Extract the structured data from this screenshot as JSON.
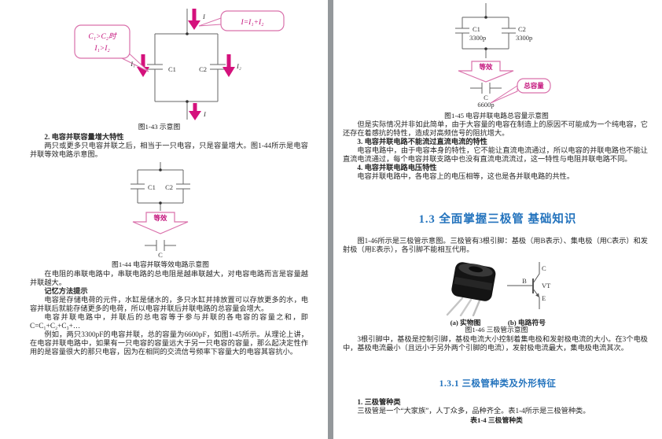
{
  "colors": {
    "accent_magenta": "#d4117c",
    "callout_border": "#d970ab",
    "heading_blue": "#2373bd",
    "circuit_line": "#666666",
    "gutter_gray": "#94989b"
  },
  "left": {
    "fig43": {
      "callout_condition_line1": "C₁>C₂时",
      "callout_condition_line2": "I₁>I₂",
      "callout_sum": "I=I₁+I₂",
      "label_current_top": "I",
      "label_current_bottom": "I",
      "label_i1": "I₁",
      "label_i2": "I₂",
      "label_c1": "C1",
      "label_c2": "C2",
      "caption": "图1-43 示意图"
    },
    "sec2_heading": "2. 电容并联容量增大特性",
    "sec2_para": "两只或更多只电容并联之后，相当于一只电容，只是容量增大。图1-44所示是电容并联等效电路示意图。",
    "fig44": {
      "label_c1": "C1",
      "label_c2": "C2",
      "arrow_label": "等效",
      "label_c": "C",
      "caption": "图1-44 电容并联等效电路示意图"
    },
    "para_series": "在电阻的串联电路中，串联电路的总电阻是越串联越大，对电容电路而言是容量越并联越大。",
    "memory_tip_heading": "记忆方法提示",
    "para_tip": "电容是存储电荷的元件，水缸是储水的，多只水缸并排放置可以存放更多的水，电容并联后就能存储更多的电荷，所以电容并联后并联电路的总容量会增大。",
    "para_formula": "电容并联电路中，并联后的总电容等于参与并联的各电容的容量之和，即C=C₁+C₂+C₃+…",
    "para_example": "例如，两只3300pF的电容并联，总的容量为6600pF，如图1-45所示。从理论上讲，在电容并联电路中，如果有一只电容的容量远大于另一只电容的容量，那么起决定性作用的是容量很大的那只电容，因为在相同的交流信号频率下容量大的电容其容抗小。"
  },
  "right": {
    "fig45": {
      "label_c1": "C1",
      "label_c1_value": "3300p",
      "label_c2": "C2",
      "label_c2_value": "3300p",
      "arrow_label": "等效",
      "label_c": "C",
      "label_c_value": "6600p",
      "callout_total": "总容量",
      "caption": "图1-45 电容并联电路总容量示意图"
    },
    "para_but": "但是实际情况并非如此简单，由于大容量的电容在制造上的原因不可能成为一个纯电容，它还存在着感抗的特性，造成对高频信号的阻抗增大。",
    "sec3_heading": "3. 电容并联电路不能流过直流电流的特性",
    "para_dc": "电容电路中，由于电容本身的特性，它不能让直流电流通过，所以电容的并联电路也不能让直流电流通过，每个电容并联支路中也没有直流电流流过，这一特性与电阻并联电路不同。",
    "sec4_heading": "4. 电容并联电路电压特性",
    "para_voltage": "电容并联电路中，各电容上的电压相等，这也是各并联电路的共性。",
    "section13_heading": "1.3 全面掌握三极管 基础知识",
    "para_intro": "图1-46所示是三极管示意图。三极管有3根引脚：基极（用B表示）、集电极（用C表示）和发射极（用E表示），各引脚不能相互代用。",
    "fig46": {
      "label_b": "B",
      "label_c": "C",
      "label_e": "E",
      "label_vt": "VT",
      "sub_a": "(a) 实物图",
      "sub_b": "(b) 电路符号",
      "caption": "图1-46 三极管示意图"
    },
    "para_pins": "3根引脚中，基极是控制引脚，基极电流大小控制着集电极和发射极电流的大小。在3个电极中，基极电流最小（且远小于另外两个引脚的电流），发射极电流最大，集电极电流其次。",
    "section131_heading": "1.3.1 三极管种类及外形特征",
    "list1_heading": "1. 三极管种类",
    "para_family": "三极管是一个“大家族”，人丁众多，品种齐全。表1-4所示是三极管种类。",
    "table_caption": "表1-4 三极管种类"
  }
}
